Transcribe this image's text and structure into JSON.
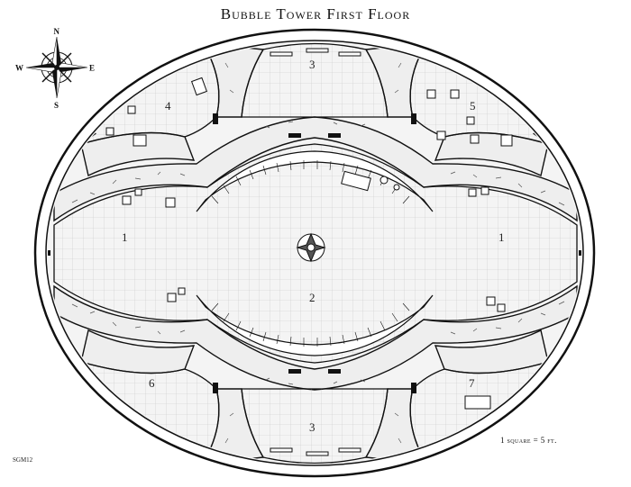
{
  "title": "Bubble Tower First Floor",
  "scale_note": "1 square = 5 ft.",
  "map_code": "SGM12",
  "compass": {
    "north": "N",
    "south": "S",
    "east": "E",
    "west": "W"
  },
  "rooms": [
    "1",
    "1",
    "2",
    "3",
    "3",
    "4",
    "5",
    "6",
    "7"
  ],
  "colors": {
    "ink": "#111111",
    "grid": "#c8c8c8",
    "paper": "#ffffff",
    "stone": "#f1f1f1"
  }
}
